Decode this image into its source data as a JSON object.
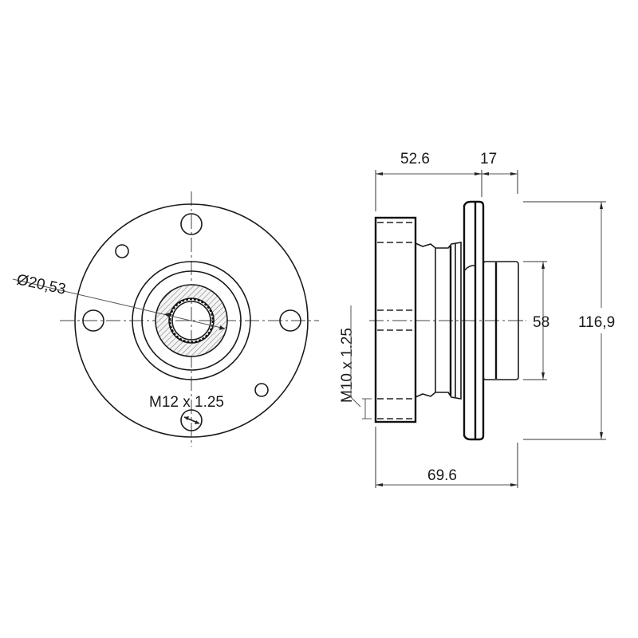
{
  "drawing": {
    "subject": "wheel hub technical drawing",
    "views": [
      "front view",
      "side view"
    ],
    "line_color": "#1a1a1a",
    "background": "#ffffff"
  },
  "front_view": {
    "labels": {
      "bore_diameter": "Ø20,53",
      "thread_front": "M12 x 1.25"
    },
    "features": {
      "flange_outer_circle": "outer flange",
      "bolt_holes_large": 4,
      "bolt_holes_small": 2,
      "hatched_bearing_ring": true,
      "splined_bore": true
    }
  },
  "side_view": {
    "labels": {
      "thread_side": "M10 x 1.25"
    },
    "dimensions": {
      "width_hub_body": "52.6",
      "width_flange": "17",
      "overall_length": "69.6",
      "pilot_diameter": "58",
      "flange_diameter": "116,9"
    }
  }
}
